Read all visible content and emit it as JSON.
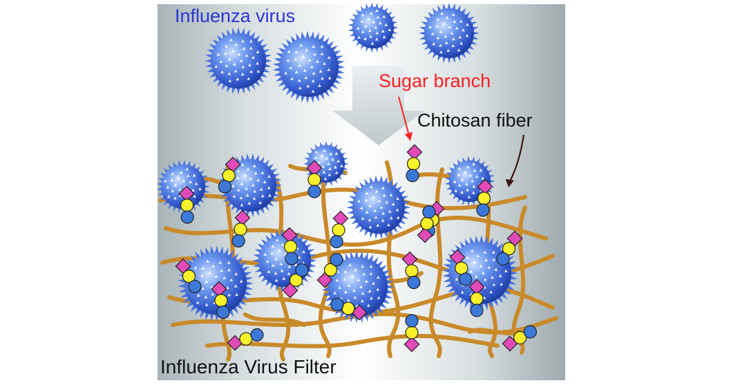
{
  "labels": {
    "virus": "Influenza virus",
    "sugar": "Sugar branch",
    "fiber": "Chitosan fiber",
    "filter": "Influenza Virus Filter"
  },
  "colors": {
    "virus_text": "#2a35d6",
    "sugar_text": "#ff2020",
    "fiber_text": "#111111",
    "filter_text": "#111111",
    "fiber": "#c98a2a",
    "virus_body": "#3f6fe0",
    "virus_spike": "#ffffff",
    "sugar_square": "#e04bb8",
    "sugar_yellow": "#f7f02a",
    "sugar_blue": "#3b78d8",
    "sugar_arrow": "#ff2020",
    "fiber_arrow": "#3a140a",
    "flow_arrow": "#c8cfd2"
  }
}
